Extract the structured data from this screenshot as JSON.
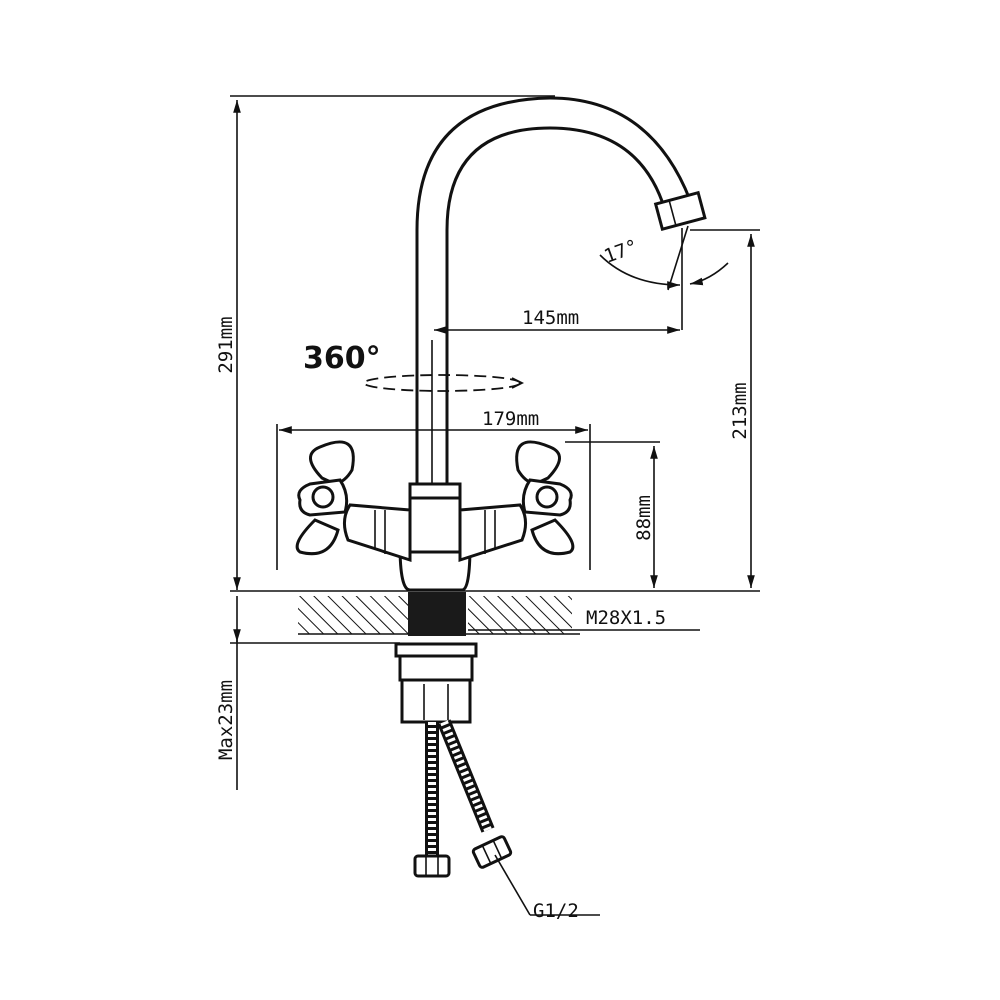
{
  "diagram": {
    "labels": {
      "height_total": "291mm",
      "spout_reach": "145mm",
      "rotation": "360°",
      "handle_span": "179mm",
      "spout_height": "213mm",
      "body_height": "88mm",
      "thread": "M28X1.5",
      "deck_thickness": "Max23mm",
      "connector": "G1/2",
      "aerator_angle": "17°"
    }
  }
}
